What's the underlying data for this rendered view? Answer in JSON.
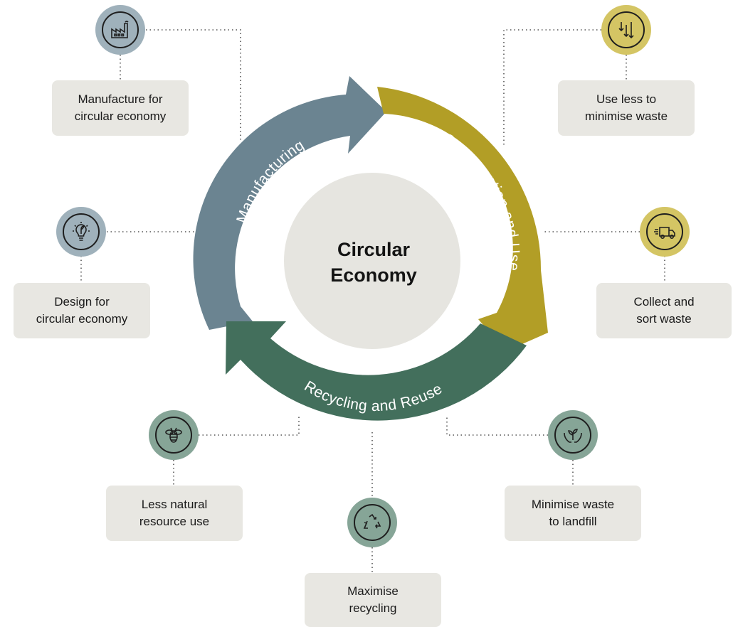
{
  "diagram": {
    "center": {
      "line1": "Circular",
      "line2": "Economy"
    },
    "stages": {
      "manufacturing": "Manufacturing",
      "consumption": "Consumption and Use",
      "recycling": "Recycling and Reuse"
    },
    "items": {
      "manufacture": {
        "line1": "Manufacture for",
        "line2": "circular economy",
        "icon": "factory-icon"
      },
      "design": {
        "line1": "Design for",
        "line2": "circular economy",
        "icon": "lightbulb-leaf-icon"
      },
      "use_less": {
        "line1": "Use less to",
        "line2": "minimise waste",
        "icon": "arrows-down-icon"
      },
      "collect": {
        "line1": "Collect and",
        "line2": "sort waste",
        "icon": "delivery-truck-icon"
      },
      "less_resource": {
        "line1": "Less natural",
        "line2": "resource use",
        "icon": "bee-icon"
      },
      "maximise": {
        "line1": "Maximise",
        "line2": "recycling",
        "icon": "recycle-icon"
      },
      "landfill": {
        "line1": "Minimise waste",
        "line2": "to landfill",
        "icon": "hands-plant-icon"
      }
    },
    "colors": {
      "manufacturing": "#6b8491",
      "consumption": "#b29e26",
      "recycling": "#436f5c",
      "center": "#e6e5e0",
      "manufacturing_badge": "#9fb1bb",
      "consumption_badge": "#d4c564",
      "recycling_badge": "#86a597",
      "box": "#e8e7e2"
    }
  }
}
